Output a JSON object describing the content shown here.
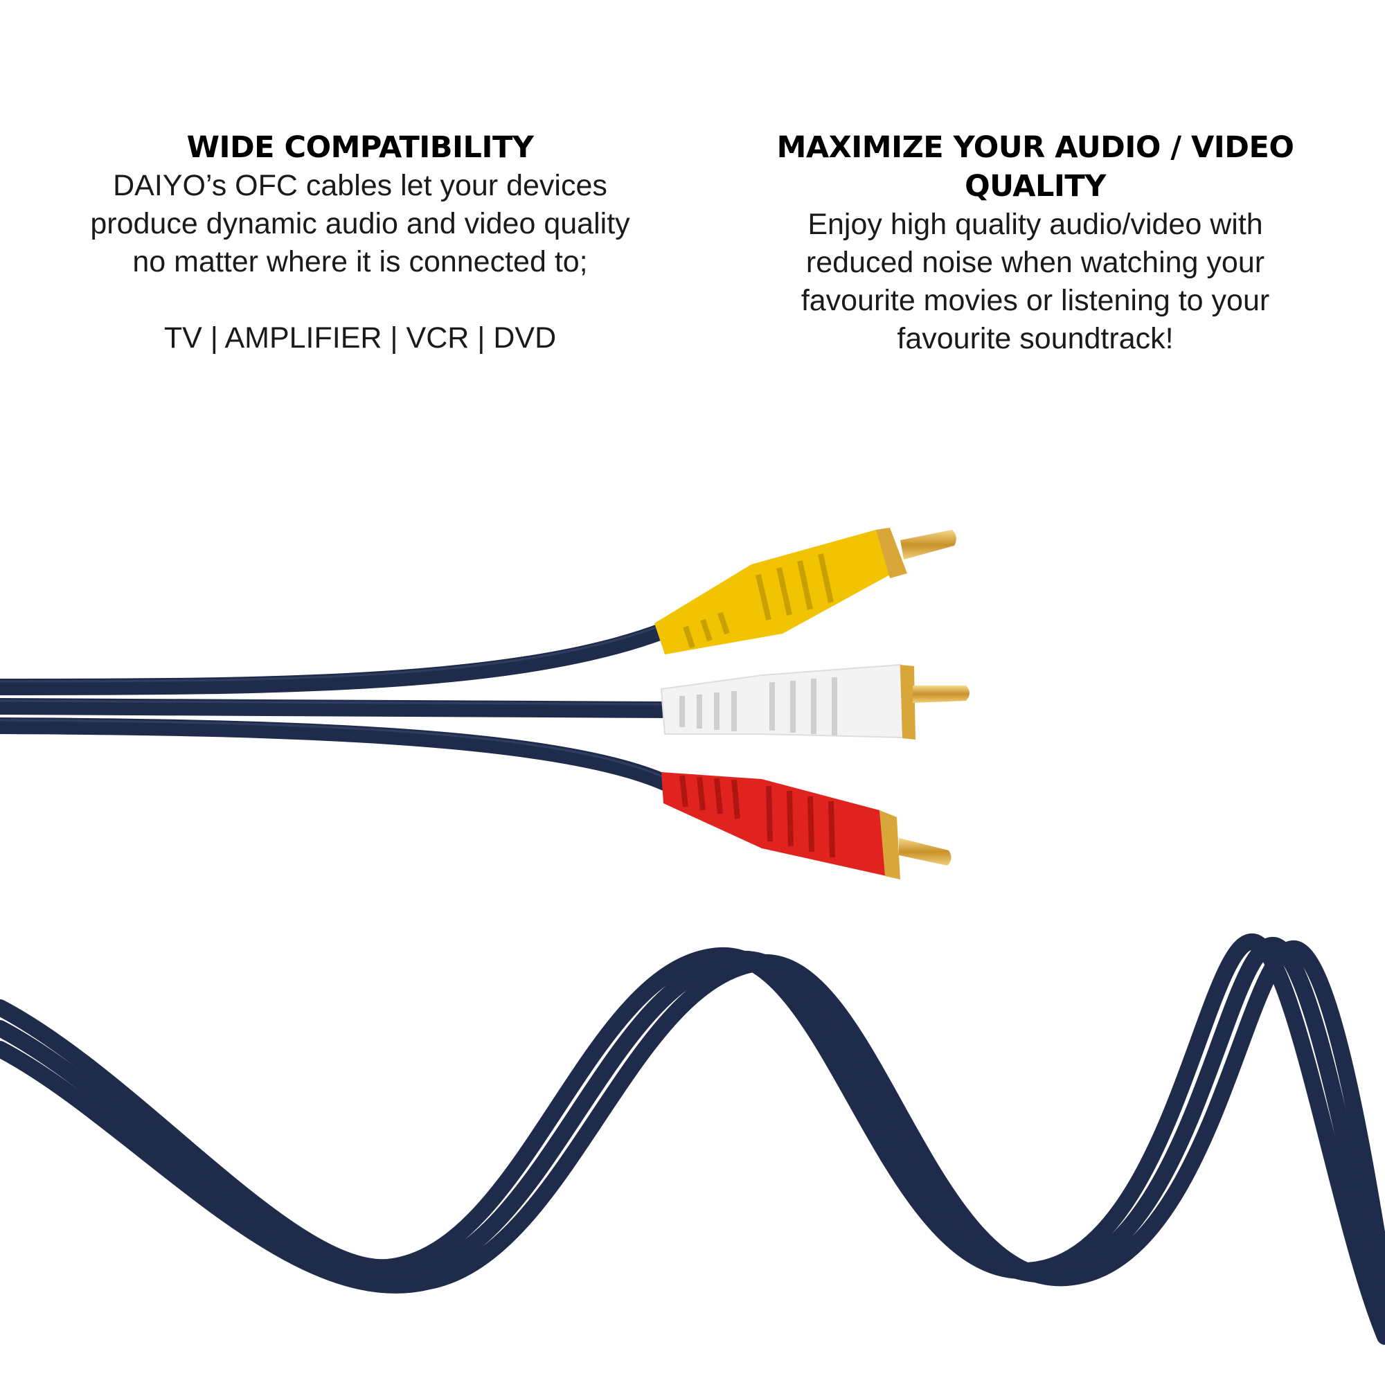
{
  "left_block": {
    "heading": "WIDE COMPATIBILITY",
    "body": "DAIYO’s OFC cables let your devices produce dynamic audio and video quality no matter where it is connected to;",
    "devices": "TV | AMPLIFIER | VCR | DVD"
  },
  "right_block": {
    "heading": "MAXIMIZE YOUR AUDIO / VIDEO QUALITY",
    "body": "Enjoy high quality audio/video with reduced noise when watching your favourite movies or listening to your favourite soundtrack!"
  },
  "colors": {
    "background": "#ffffff",
    "cable": "#1f2b4a",
    "plug_yellow": "#f2c300",
    "plug_white": "#f3f3f3",
    "plug_red": "#e0231e",
    "gold": "#d9a63a"
  }
}
